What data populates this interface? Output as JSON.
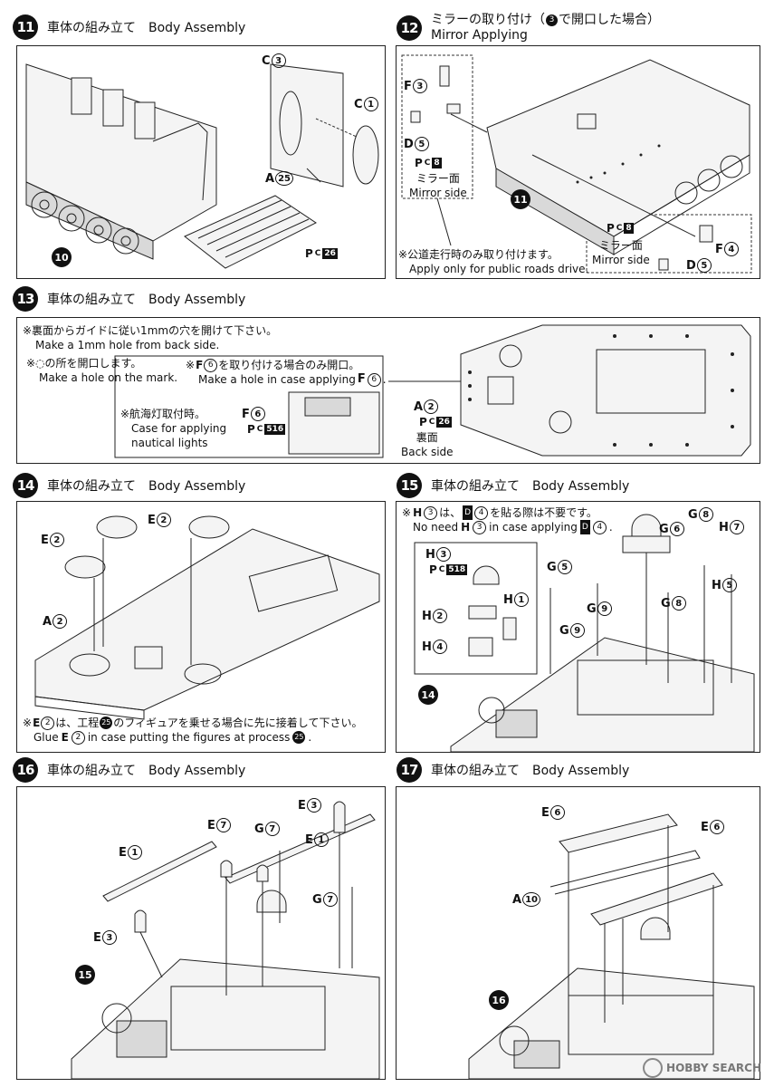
{
  "steps": {
    "s11": {
      "num": "11",
      "title": "車体の組み立て　Body Assembly",
      "labels": {
        "c3": "C",
        "c3n": "3",
        "c1": "C",
        "c1n": "1",
        "a25": "A",
        "a25n": "25"
      },
      "pc": "P",
      "pc_sub": "C",
      "pc_code": "26",
      "ref": "10"
    },
    "s12": {
      "num": "12",
      "title_jp": "ミラーの取り付け（",
      "title_jp_circ": "3",
      "title_jp_tail": "で開口した場合）",
      "title_en": "Mirror Applying",
      "labels": {
        "f3": "F",
        "f3n": "3",
        "d5": "D",
        "d5n": "5",
        "f4": "F",
        "f4n": "4",
        "d5b": "D",
        "d5bn": "5"
      },
      "pc_code": "8",
      "mirror_jp": "ミラー面",
      "mirror_en": "Mirror side",
      "note_jp": "※公道走行時のみ取り付けます。",
      "note_en": "Apply only for public roads drive.",
      "ref": "11"
    },
    "s13": {
      "num": "13",
      "title": "車体の組み立て　Body Assembly",
      "note1_jp": "※裏面からガイドに従い1mmの穴を開けて下さい。",
      "note1_en": "Make a 1mm hole from back side.",
      "note2_jp": "※◌の所を開口します。",
      "note2_en": "Make a hole on the mark.",
      "note3_jp_pre": "※",
      "note3_jp_post": "を取り付ける場合のみ開口。",
      "note3_en": "Make a hole in case applying",
      "f6": "F",
      "f6n": "6",
      "note4_jp": "※航海灯取付時。",
      "note4_en1": "Case for applying",
      "note4_en2": "nautical lights",
      "pc516": "516",
      "a2": "A",
      "a2n": "2",
      "pc26": "26",
      "back_jp": "裏面",
      "back_en": "Back side"
    },
    "s14": {
      "num": "14",
      "title": "車体の組み立て　Body Assembly",
      "e2": "E",
      "e2n": "2",
      "a2": "A",
      "a2n": "2",
      "note_jp_pre": "※",
      "note_jp_mid": "は、工程",
      "note_jp_circ": "25",
      "note_jp_post": "のフィギュアを乗せる場合に先に接着して下さい。",
      "note_en_pre": "Glue",
      "note_en_mid": "in case putting the figures at process",
      "note_en_circ": "25",
      "note_en_post": "."
    },
    "s15": {
      "num": "15",
      "title": "車体の組み立て　Body Assembly",
      "note_jp_a": "※",
      "note_jp_b": "は、",
      "note_jp_c": "を貼る際は不要です。",
      "note_en_a": "No need",
      "note_en_b": "in case applying",
      "h3": "H",
      "h3n": "3",
      "d4": "D",
      "d4n": "4",
      "pc518": "518",
      "h1": "H",
      "h1n": "1",
      "h2": "H",
      "h2n": "2",
      "h4": "H",
      "h4n": "4",
      "h5": "H",
      "h5n": "5",
      "h7": "H",
      "h7n": "7",
      "g5": "G",
      "g5n": "5",
      "g6": "G",
      "g6n": "6",
      "g8": "G",
      "g8n": "8",
      "g9": "G",
      "g9n": "9",
      "ref": "14"
    },
    "s16": {
      "num": "16",
      "title": "車体の組み立て　Body Assembly",
      "e1": "E",
      "e1n": "1",
      "e3": "E",
      "e3n": "3",
      "e7": "E",
      "e7n": "7",
      "g7": "G",
      "g7n": "7",
      "ref": "15"
    },
    "s17": {
      "num": "17",
      "title": "車体の組み立て　Body Assembly",
      "e6": "E",
      "e6n": "6",
      "a10": "A",
      "a10n": "10",
      "ref": "16"
    }
  },
  "watermark": "HOBBY SEARCH"
}
